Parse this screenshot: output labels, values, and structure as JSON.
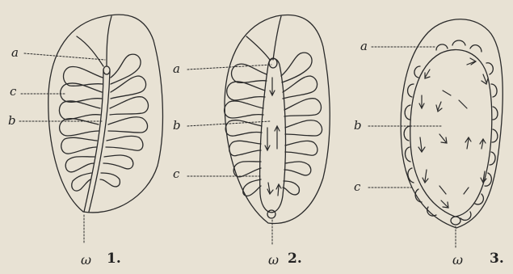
{
  "figures": [
    {
      "number": "1.",
      "labels": {
        "a": "a",
        "b": "b",
        "c": "c",
        "omega": "ω"
      }
    },
    {
      "number": "2.",
      "labels": {
        "a": "a",
        "b": "b",
        "c": "c",
        "omega": "ω"
      }
    },
    {
      "number": "3.",
      "labels": {
        "a": "a",
        "b": "b",
        "c": "c",
        "omega": "ω"
      }
    }
  ],
  "colors": {
    "ink": "#2a2a2a",
    "paper": "#e8e2d4"
  }
}
